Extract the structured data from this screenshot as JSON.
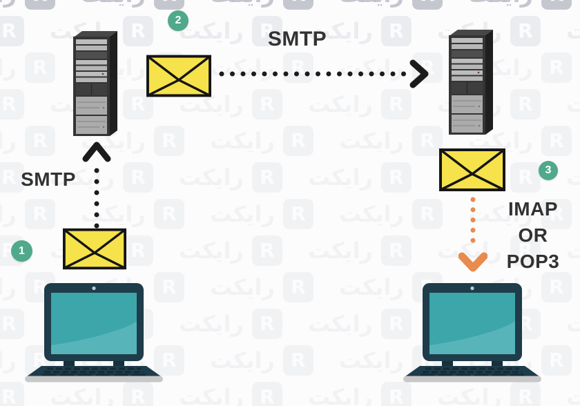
{
  "diagram": {
    "steps": [
      {
        "number": "1"
      },
      {
        "number": "2"
      },
      {
        "number": "3"
      }
    ],
    "labels": {
      "smtp_client_to_server": "SMTP",
      "smtp_server_to_server": "SMTP",
      "retrieve": [
        "IMAP",
        "OR",
        "POP3"
      ]
    },
    "icons": {
      "sender_device": "laptop-icon",
      "receiver_device": "laptop-icon",
      "outgoing_mail_server": "server-icon",
      "incoming_mail_server": "server-icon",
      "message": "envelope-icon",
      "upload_arrow": "dotted-arrow-up-icon",
      "relay_arrow": "dotted-arrow-right-icon",
      "download_arrow": "dotted-arrow-down-icon"
    },
    "colors": {
      "badge_green": "#4fa98a",
      "envelope_yellow": "#f6e24b",
      "arrow_black": "#1b1b1b",
      "arrow_orange": "#e98a4f",
      "laptop_body": "#1e3c4a",
      "laptop_screen": "#3ca6ab",
      "laptop_screen_light": "#57b5ba",
      "label_text": "#323232"
    },
    "watermark": {
      "text": "رایکت",
      "logo_letter": "R"
    }
  }
}
